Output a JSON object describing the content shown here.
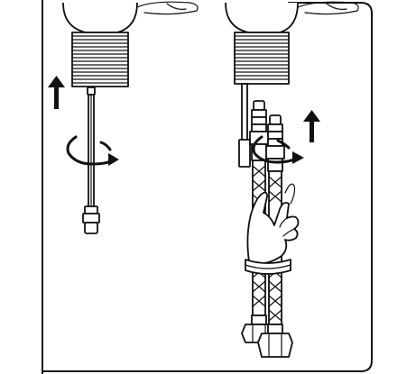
{
  "figure": {
    "description_text": "",
    "panels": [
      {
        "id": "left",
        "parts": [
          "faucet-body",
          "threaded-shank",
          "supply-pipe",
          "pipe-end-fitting"
        ],
        "arrows": [
          "up-arrow",
          "rotate-arrow"
        ]
      },
      {
        "id": "right",
        "parts": [
          "faucet-body",
          "threaded-shank",
          "braided-hose-a",
          "braided-hose-b",
          "hand",
          "hose-nut"
        ],
        "arrows": [
          "up-arrow",
          "rotate-arrow"
        ]
      }
    ],
    "colors": {
      "ink": "#111111",
      "paper": "#ffffff",
      "light_fill": "#f2f2f2"
    },
    "icons": [
      "up-arrow-icon",
      "rotate-clockwise-icon",
      "hand-icon"
    ]
  }
}
